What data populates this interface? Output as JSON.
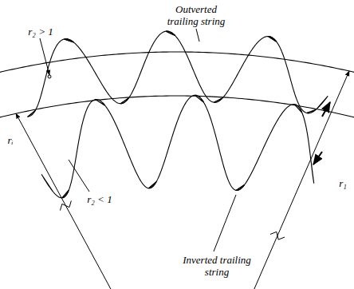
{
  "diagram": {
    "labels": [
      "Outverted trailing string",
      "r₂ > 1",
      "r₂ < 1",
      "Inverted trailing string",
      "rᵢ",
      "r₁"
    ]
  }
}
